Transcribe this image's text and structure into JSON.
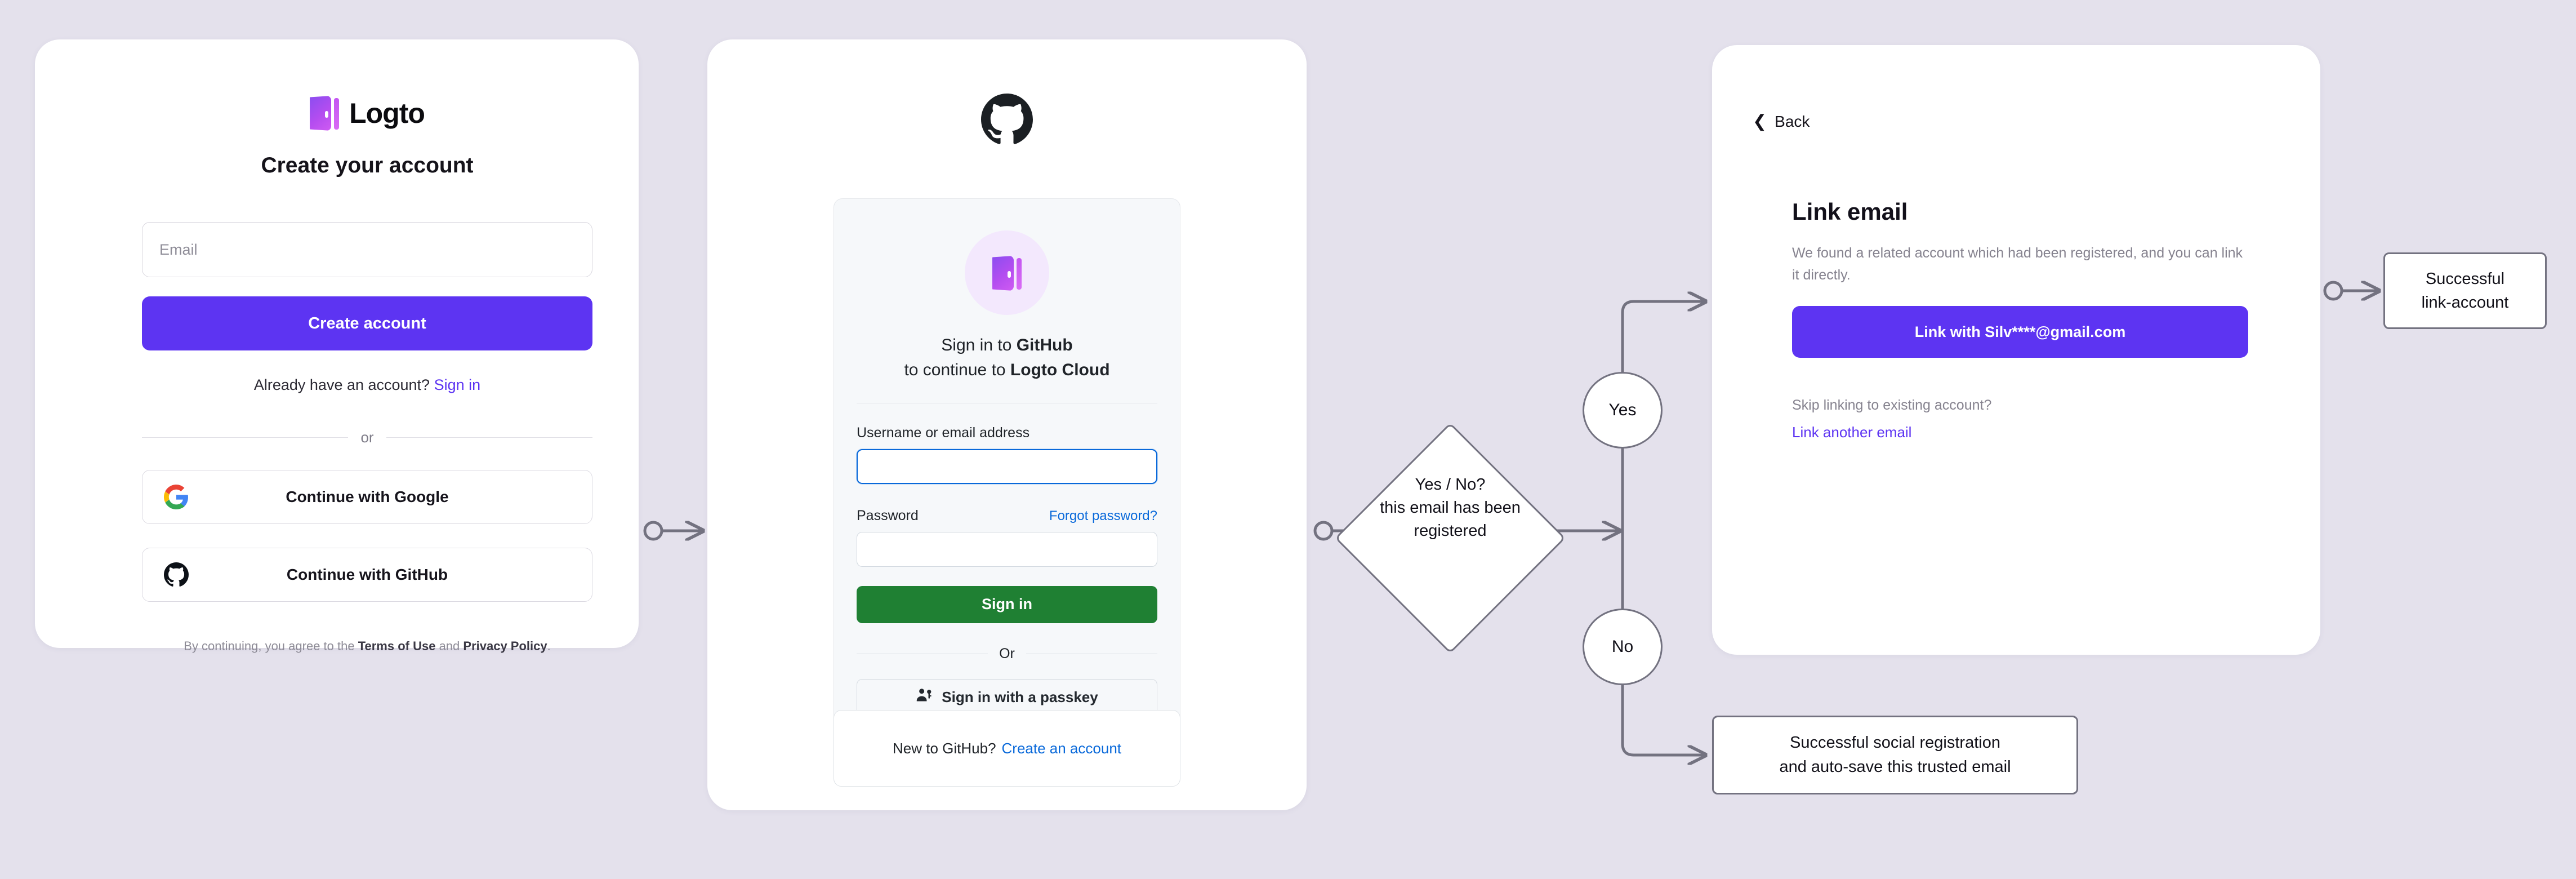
{
  "background_color": "#e4e1ec",
  "accent_purple": "#5d34f2",
  "github_green": "#1f8033",
  "github_blue": "#0969da",
  "flow_stroke": "#737280",
  "card_logto": {
    "brand_name": "Logto",
    "logo_icon": "logto-door-logo",
    "title": "Create your account",
    "email_placeholder": "Email",
    "email_value": "",
    "create_account_label": "Create account",
    "already_prefix": "Already have an account? ",
    "sign_in_label": "Sign in",
    "divider_label": "or",
    "social_buttons": [
      {
        "label": "Continue with Google",
        "icon": "google-icon"
      },
      {
        "label": "Continue with GitHub",
        "icon": "github-icon"
      }
    ],
    "legal_prefix": "By continuing, you agree to the ",
    "legal_terms": "Terms of Use",
    "legal_and": " and ",
    "legal_privacy": "Privacy Policy",
    "legal_suffix": "."
  },
  "card_github": {
    "header_icon": "github-mark-icon",
    "app_icon": "logto-door-logo",
    "signin_line1_prefix": "Sign in to ",
    "signin_line1_bold": "GitHub",
    "signin_line2_prefix": "to continue to ",
    "signin_line2_bold": "Logto Cloud",
    "username_label": "Username or email address",
    "username_value": "",
    "password_label": "Password",
    "password_value": "",
    "forgot_password_label": "Forgot password?",
    "sign_in_label": "Sign in",
    "divider_label": "Or",
    "passkey_label": "Sign in with a passkey",
    "passkey_icon": "passkey-person-key-icon",
    "new_to_prefix": "New to GitHub?",
    "create_account_label": "Create an account"
  },
  "card_link_email": {
    "back_label": "Back",
    "back_icon": "chevron-left-icon",
    "title": "Link email",
    "description": "We found a related account which had been registered, and you can link it directly.",
    "link_button_label": "Link with Silv****@gmail.com",
    "skip_label": "Skip linking to existing account?",
    "another_email_label": "Link another email"
  },
  "flow": {
    "decision_line1": "Yes / No?",
    "decision_line2": "this email has been",
    "decision_line3": "registered",
    "yes_label": "Yes",
    "no_label": "No",
    "outcome_link_line1": "Successful",
    "outcome_link_line2": "link-account",
    "outcome_social_line1": "Successful social registration",
    "outcome_social_line2": "and auto-save this trusted email"
  }
}
